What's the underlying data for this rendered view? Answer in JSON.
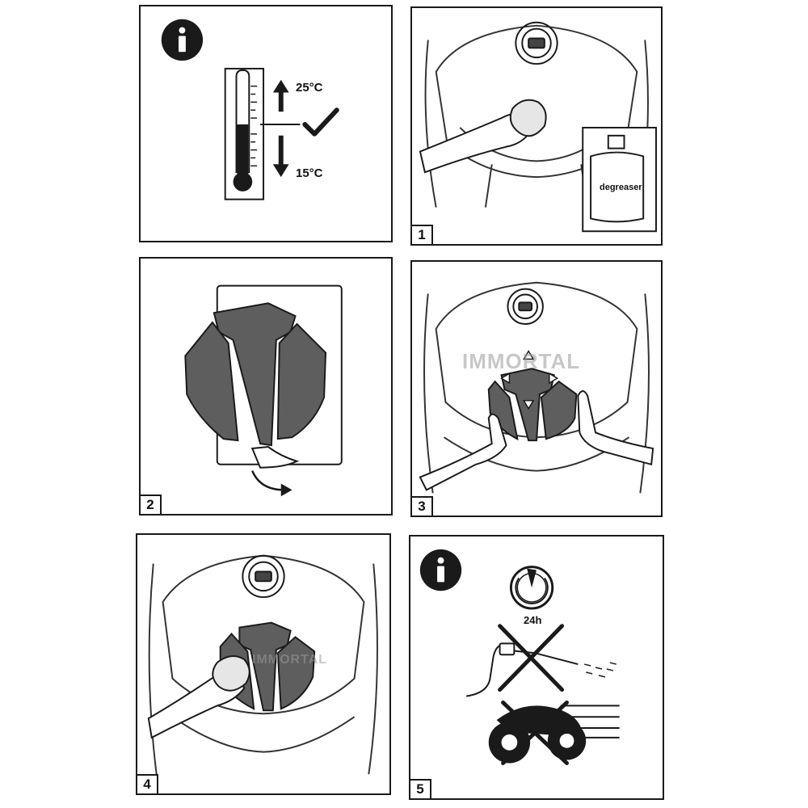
{
  "panel_info_temp": {
    "temp_high": "25°C",
    "temp_low": "15°C"
  },
  "panel_1": {
    "number": "1",
    "bottle_label": "degreaser"
  },
  "panel_2": {
    "number": "2"
  },
  "panel_3": {
    "number": "3",
    "watermark": "IMMORTAL"
  },
  "panel_4": {
    "number": "4",
    "watermark": "IMMORTAL"
  },
  "panel_5": {
    "number": "5",
    "cure_time": "24h"
  },
  "colors": {
    "ink": "#1a1a1a",
    "pad_fill": "#5e5e5e",
    "line": "#333333"
  },
  "icons": [
    "info-icon",
    "thermometer-icon",
    "checkmark-icon",
    "clock-icon",
    "pressure-washer-icon",
    "motorcycle-icon",
    "cross-icon"
  ]
}
